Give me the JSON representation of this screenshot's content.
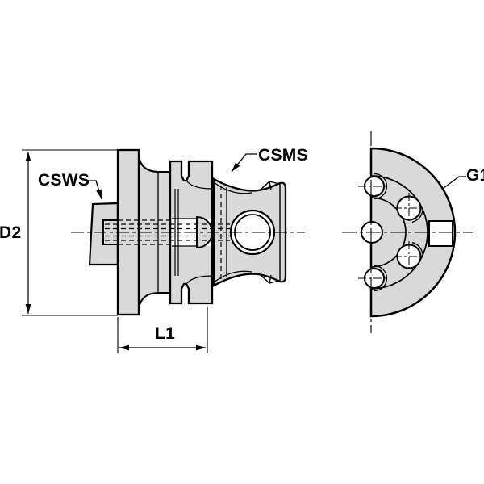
{
  "drawing": {
    "kind": "tool-holder-engineering-drawing",
    "views": {
      "side": {
        "callouts": {
          "shank": "CSWS",
          "spindle": "CSMS"
        },
        "dimensions": {
          "diameter": "D2",
          "length": "L1"
        }
      },
      "front": {
        "callouts": {
          "thread": "G1"
        }
      }
    },
    "colors": {
      "background": "#ffffff",
      "part_fill": "#d9d9d9",
      "line": "#000000"
    }
  }
}
